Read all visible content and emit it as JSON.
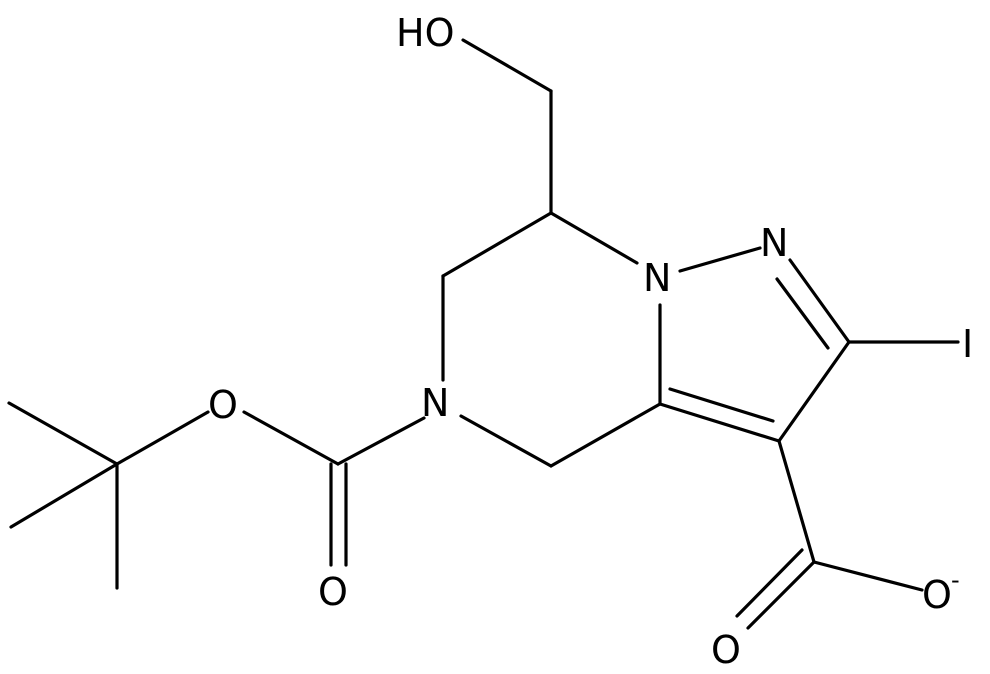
{
  "molecule": {
    "labels": {
      "hydroxyl": "HO",
      "n_pyrazole_bridgehead": "N",
      "n_pyrazole": "N",
      "n_carbamate": "N",
      "iodine": "I",
      "o_ester": "O",
      "o_carbamate_carbonyl": "O",
      "o_carboxylate": "O",
      "o_carboxylate_carbonyl": "O",
      "charge": "-"
    }
  }
}
